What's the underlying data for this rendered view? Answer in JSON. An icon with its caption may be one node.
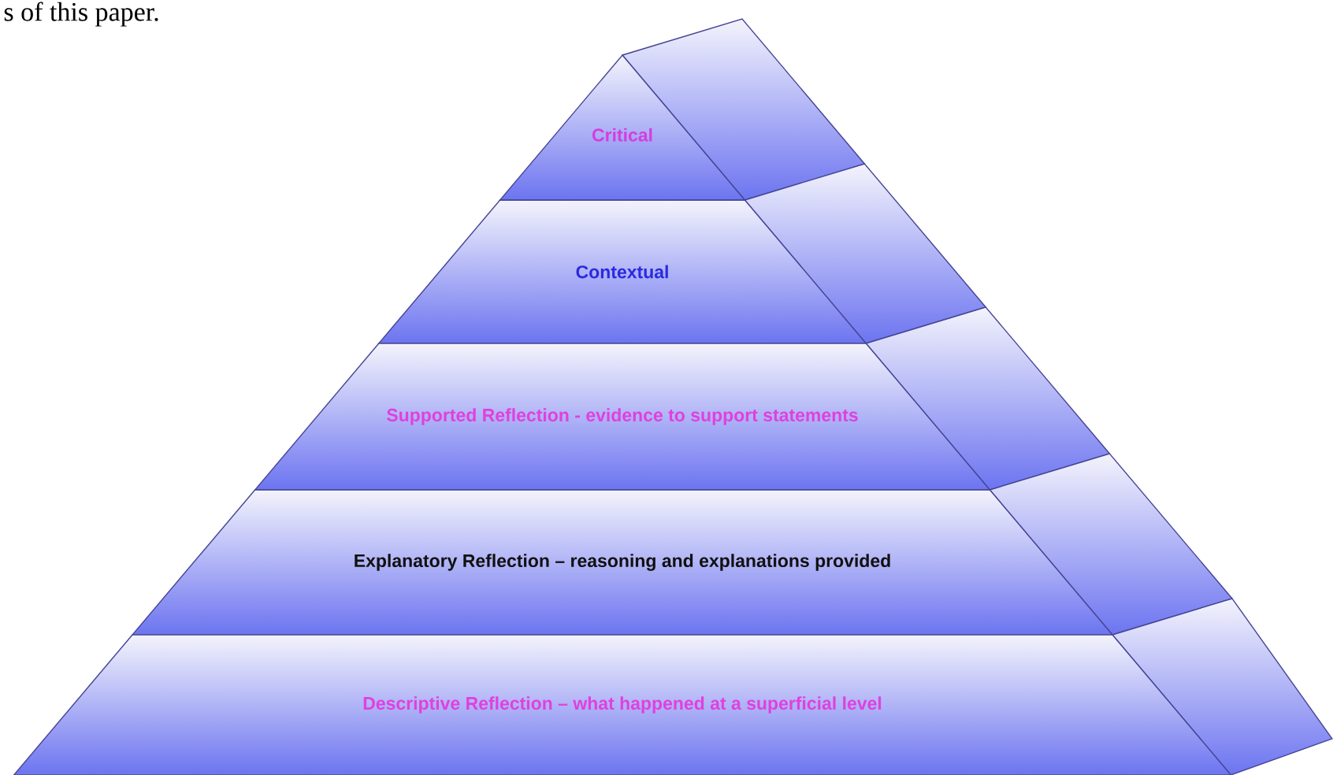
{
  "diagram": {
    "nodes": [
      {
        "text": [
          "Critical"
        ]
      },
      {
        "text": [
          "Contextual"
        ]
      },
      {
        "text": [
          "Supported Reflection -  evidence to support statements"
        ]
      },
      {
        "text": [
          "Explanatory Reflection – reasoning and explanations provided"
        ]
      },
      {
        "text": [
          "Descriptive Reflection – what happened at a superficial level"
        ]
      }
    ],
    "labels": [
      "s of this paper."
    ]
  }
}
